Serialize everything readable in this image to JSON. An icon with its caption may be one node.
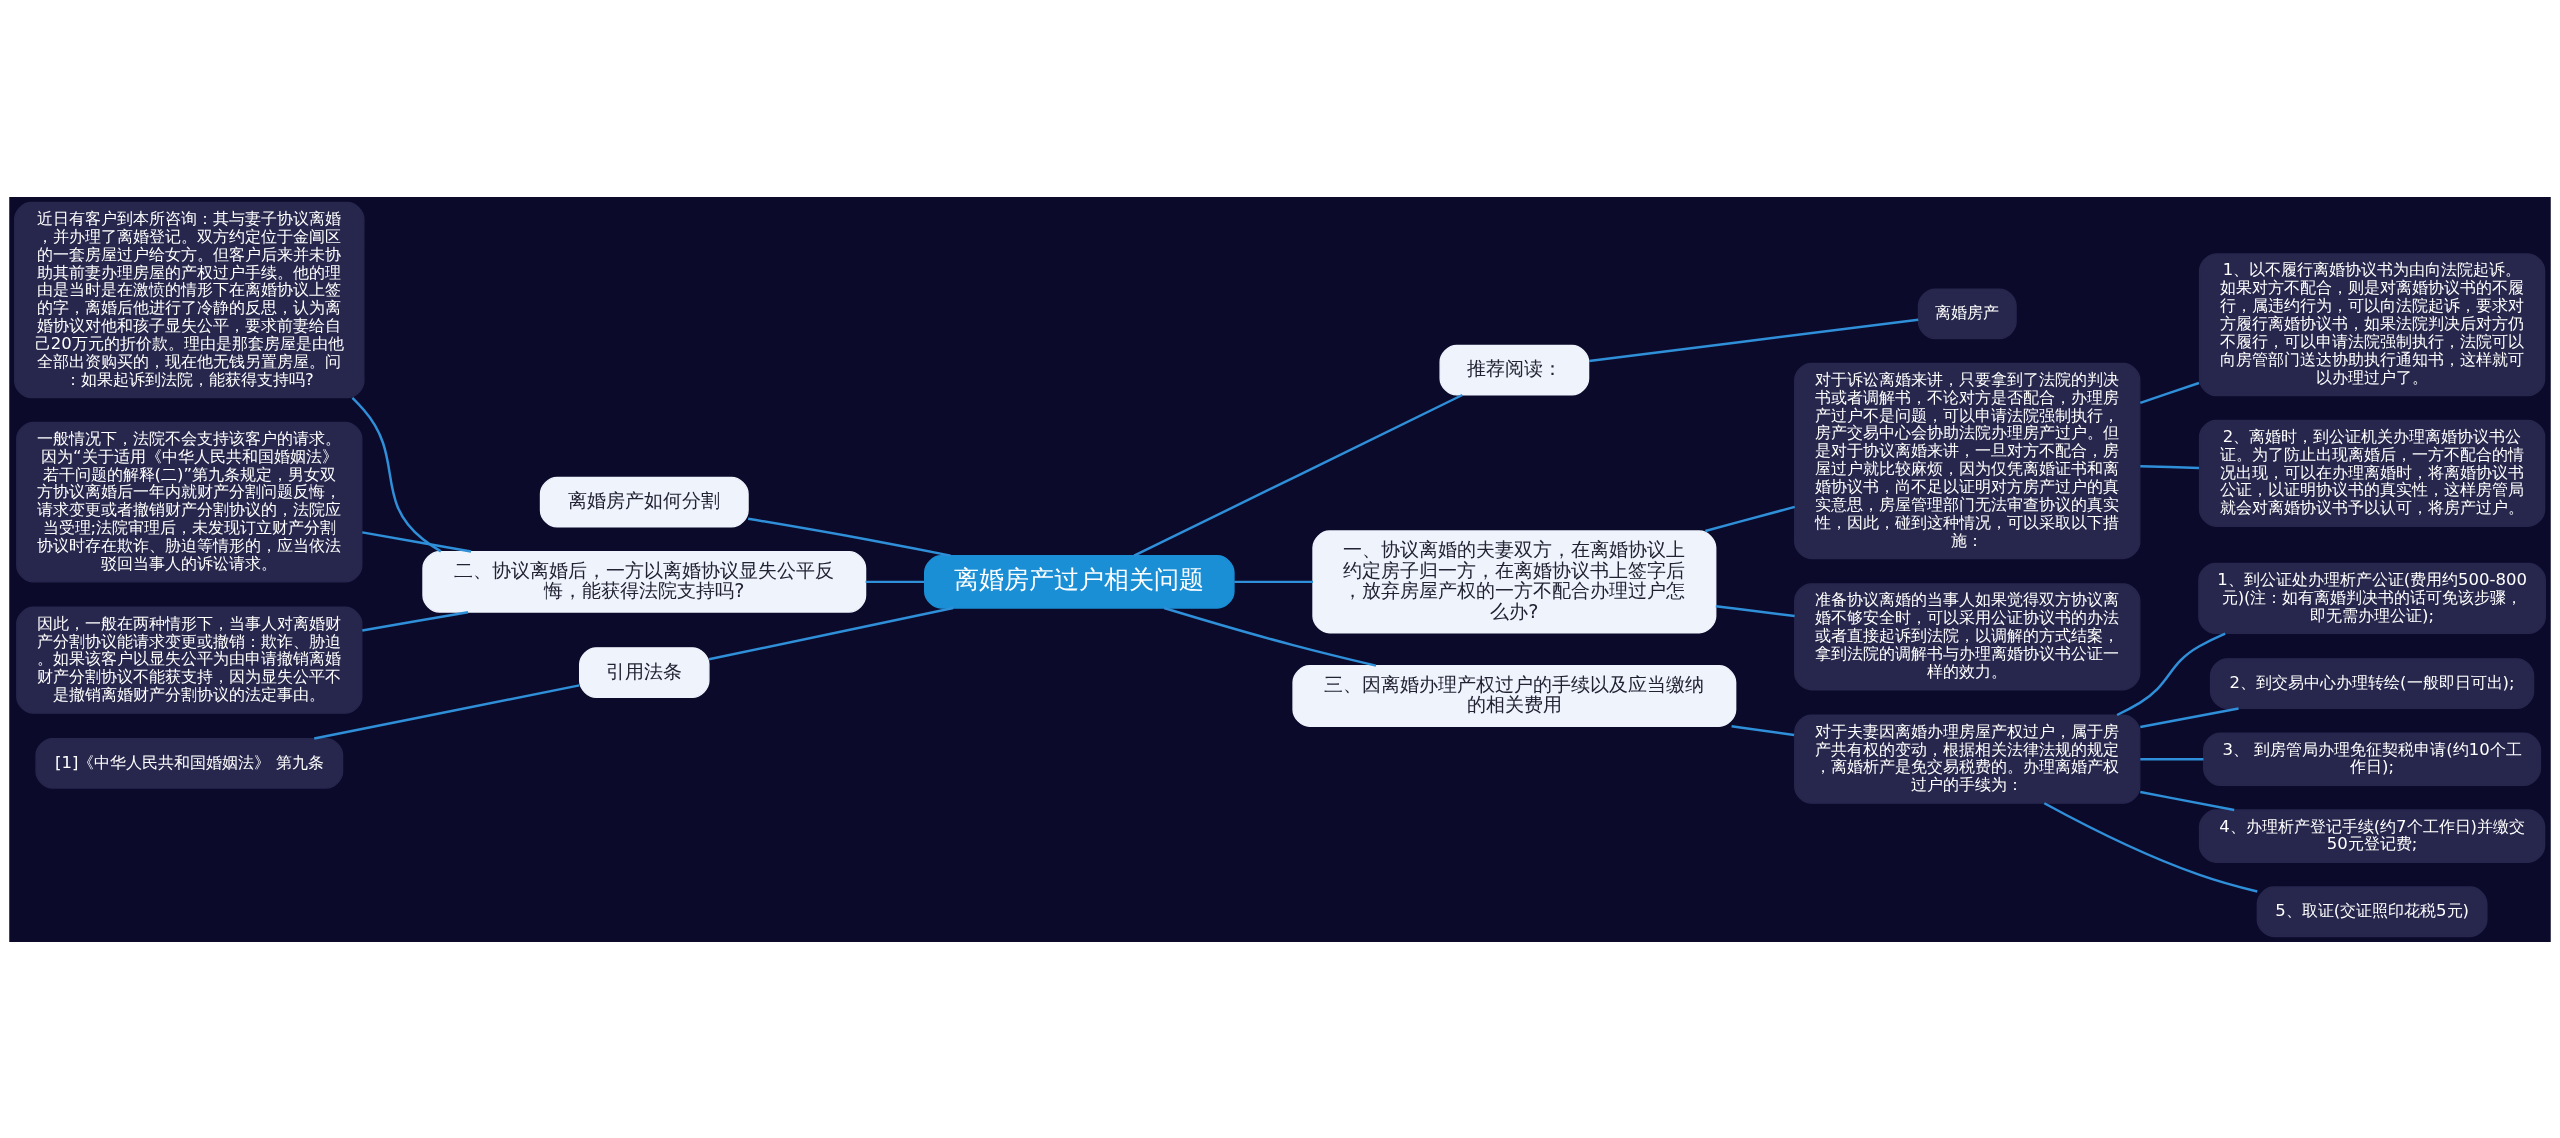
{
  "diagram": {
    "nodes": [
      {
        "text": [
          "离婚房产过户相关问题"
        ]
      },
      {
        "text": [
          "离婚房产如何分割"
        ]
      },
      {
        "text": [
          "二、协议离婚后，一方以离婚协议显失公平反悔，能获得法院支持吗?"
        ]
      },
      {
        "text": [
          "近日有客户到本所咨询：其与妻子协议离婚，并办理了离婚登记。双方约定位于金阊区的一套房屋过户给女方。但客户后来并未协助其前妻办理房屋的产权过户手续。他的理由是当时是在激愤的情形下在离婚协议上签的字，离婚后他进行了冷静的反思，认为离婚协议对他和孩子显失公平，要求前妻给自己20万元的折价款。理由是那套房屋是由他全部出资购买的，现在他无钱另置房屋。问：如果起诉到法院，能获得支持吗?"
        ]
      },
      {
        "text": [
          "一般情况下，法院不会支持该客户的请求。因为“关于适用《中华人民共和国婚姻法》若干问题的解释(二)”第九条规定，男女双方协议离婚后一年内就财产分割问题反悔，请求变更或者撤销财产分割协议的，法院应当受理;法院审理后，未发现订立财产分割协议时存在欺诈、胁迫等情形的，应当依法驳回当事人的诉讼请求。"
        ]
      },
      {
        "text": [
          "因此，一般在两种情形下，当事人对离婚财产分割协议能请求变更或撤销：欺诈、胁迫。如果该客户以显失公平为由申请撤销离婚财产分割协议不能获支持，因为显失公平不是撤销离婚财产分割协议的法定事由。"
        ]
      },
      {
        "text": [
          "引用法条"
        ]
      },
      {
        "text": [
          "[1]《中华人民共和国婚姻法》 第九条"
        ]
      },
      {
        "text": [
          "推荐阅读："
        ]
      },
      {
        "text": [
          "离婚房产"
        ]
      },
      {
        "text": [
          "一、协议离婚的夫妻双方，在离婚协议上约定房子归一方，在离婚协议书上签字后，放弃房屋产权的一方不配合办理过户怎么办?"
        ]
      },
      {
        "text": [
          "对于诉讼离婚来讲，只要拿到了法院的判决书或者调解书，不论对方是否配合，办理房产过户不是问题，可以申请法院强制执行，房产交易中心会协助法院办理房产过户。但是对于协议离婚来讲，一旦对方不配合，房屋过户就比较麻烦，因为仅凭离婚证书和离婚协议书，尚不足以证明对方房产过户的真实意思，房屋管理部门无法审查协议的真实性，因此，碰到这种情况，可以采取以下措施："
        ]
      },
      {
        "text": [
          "1、以不履行离婚协议书为由向法院起诉。如果对方不配合，则是对离婚协议书的不履行，属违约行为，可以向法院起诉，要求对方履行离婚协议书，如果法院判决后对方仍不履行，可以申请法院强制执行，法院可以向房管部门送达协助执行通知书，这样就可以办理过户了。"
        ]
      },
      {
        "text": [
          "2、离婚时，到公证机关办理离婚协议书公证。为了防止出现离婚后，一方不配合的情况出现，可以在办理离婚时，将离婚协议书公证，以证明协议书的真实性，这样房管局就会对离婚协议书予以认可，将房产过户。"
        ]
      },
      {
        "text": [
          "准备协议离婚的当事人如果觉得双方协议离婚不够安全时，可以采用公证协议书的办法或者直接起诉到法院，以调解的方式结案，拿到法院的调解书与办理离婚协议书公证一样的效力。"
        ]
      },
      {
        "text": [
          "三、因离婚办理产权过户的手续以及应当缴纳的相关费用"
        ]
      },
      {
        "text": [
          "对于夫妻因离婚办理房屋产权过户，属于房产共有权的变动，根据相关法律法规的规定，离婚析产是免交易税费的。办理离婚产权过户的手续为："
        ]
      },
      {
        "text": [
          "1、到公证处办理析产公证(费用约500-800元)(注：如有离婚判决书的话可免该步骤，即无需办理公证);"
        ]
      },
      {
        "text": [
          "2、到交易中心办理转绘(一般即日可出);"
        ]
      },
      {
        "text": [
          "3、 到房管局办理免征契税申请(约10个工作日);"
        ]
      },
      {
        "text": [
          "4、办理析产登记手续(约7个工作日)并缴交50元登记费;"
        ]
      },
      {
        "text": [
          "5、取证(交证照印花税5元)"
        ]
      }
    ],
    "edges": [
      {
        "from": 0,
        "to": 1,
        "arrow": "none"
      },
      {
        "from": 0,
        "to": 2,
        "arrow": "none"
      },
      {
        "from": 2,
        "to": 3,
        "arrow": "none"
      },
      {
        "from": 2,
        "to": 4,
        "arrow": "none"
      },
      {
        "from": 2,
        "to": 5,
        "arrow": "none"
      },
      {
        "from": 0,
        "to": 6,
        "arrow": "none"
      },
      {
        "from": 6,
        "to": 7,
        "arrow": "none"
      },
      {
        "from": 0,
        "to": 8,
        "arrow": "none"
      },
      {
        "from": 8,
        "to": 9,
        "arrow": "none"
      },
      {
        "from": 0,
        "to": 10,
        "arrow": "none"
      },
      {
        "from": 10,
        "to": 11,
        "arrow": "none"
      },
      {
        "from": 11,
        "to": 12,
        "arrow": "none"
      },
      {
        "from": 11,
        "to": 13,
        "arrow": "none"
      },
      {
        "from": 10,
        "to": 14,
        "arrow": "none"
      },
      {
        "from": 0,
        "to": 15,
        "arrow": "none"
      },
      {
        "from": 15,
        "to": 16,
        "arrow": "none"
      },
      {
        "from": 16,
        "to": 17,
        "arrow": "none"
      },
      {
        "from": 16,
        "to": 18,
        "arrow": "none"
      },
      {
        "from": 16,
        "to": 19,
        "arrow": "none"
      },
      {
        "from": 16,
        "to": 20,
        "arrow": "none"
      },
      {
        "from": 16,
        "to": 21,
        "arrow": "none"
      }
    ]
  }
}
